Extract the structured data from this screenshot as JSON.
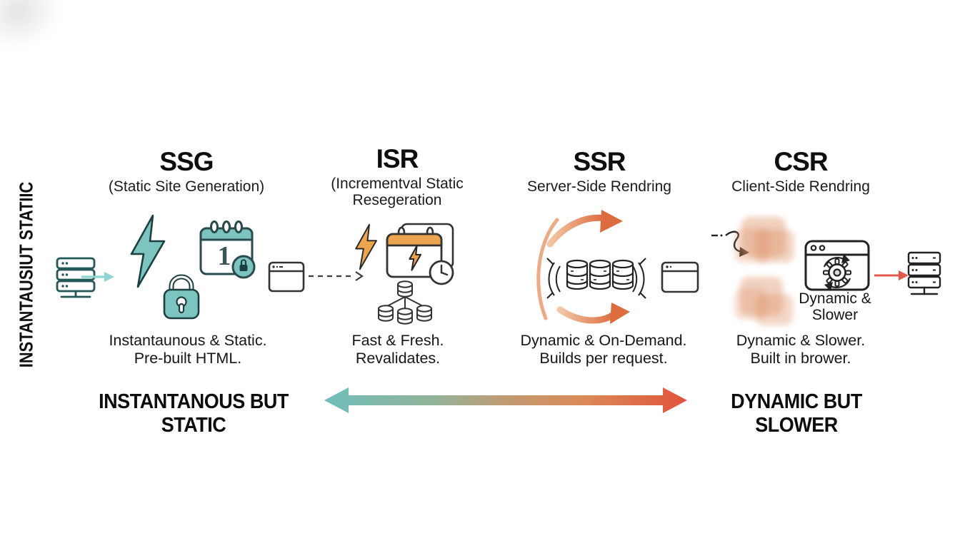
{
  "side_label": "INSTANTAUSIUT STATIIC",
  "columns": [
    {
      "title": "SSG",
      "subtitle": "(Static Site Generation)",
      "caption1": "Instantaunous & Static.",
      "caption2": "Pre-built HTML."
    },
    {
      "title": "ISR",
      "subtitle": "(Incrementval Static Resegeration",
      "caption1": "Fast & Fresh.",
      "caption2": "Revalidates."
    },
    {
      "title": "SSR",
      "subtitle": "Server-Side Rendring",
      "caption1": "Dynamic & On-Demand.",
      "caption2": "Builds per request."
    },
    {
      "title": "CSR",
      "subtitle": "Client-Side Rendring",
      "caption1": "Dynamic & Slower.",
      "caption2": "Built in brower."
    }
  ],
  "csr_browser_caption": {
    "line1": "Dynamic &",
    "line2": "Slower"
  },
  "calendar_day": "1",
  "spectrum": {
    "left_label": "INSTANTANOUS BUT STATIC",
    "right_label": "DYNAMIC BUT SLOWER"
  },
  "icons": {
    "ssg": [
      "server-stack-icon",
      "arrow-right-icon",
      "lightning-bolt-icon",
      "padlock-icon",
      "calendar-icon",
      "lock-badge-icon",
      "browser-window-icon",
      "dashed-arrow-icon"
    ],
    "isr": [
      "lightning-bolt-icon",
      "calendar-stack-icon",
      "clock-badge-icon",
      "database-cluster-icon"
    ],
    "ssr": [
      "cycle-arrows-icon",
      "database-row-icon",
      "vibration-lines-icon",
      "browser-window-icon"
    ],
    "csr": [
      "squiggle-arrow-icon",
      "blurred-code-blobs",
      "browser-gear-refresh-icon",
      "arrow-right-icon",
      "server-stack-icon"
    ]
  },
  "colors": {
    "teal": "#7cc4c0",
    "teal_dark": "#235857",
    "teal_arrow": "#8ed4d3",
    "orange": "#eca44f",
    "orange_red": "#dc6b3e",
    "red": "#e2594b",
    "ink": "#1b1b1b",
    "outline": "#2f2f2f",
    "peach": "#dd8f63",
    "gradient_left": "#6fbdba",
    "gradient_mid": "#c09a72",
    "gradient_right": "#e1543c"
  }
}
